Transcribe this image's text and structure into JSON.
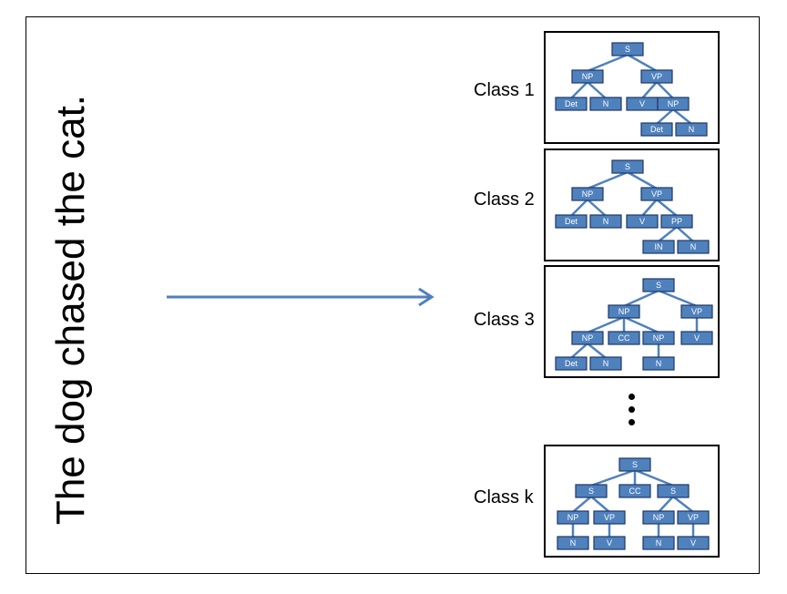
{
  "sentence": "The dog chased the cat.",
  "classes": [
    {
      "label": "Class 1",
      "nodes": [
        {
          "id": "s",
          "t": "S"
        },
        {
          "id": "np",
          "t": "NP"
        },
        {
          "id": "vp",
          "t": "VP"
        },
        {
          "id": "det",
          "t": "Det"
        },
        {
          "id": "n",
          "t": "N"
        },
        {
          "id": "v",
          "t": "V"
        },
        {
          "id": "np2",
          "t": "NP"
        },
        {
          "id": "det2",
          "t": "Det"
        },
        {
          "id": "n2",
          "t": "N"
        }
      ],
      "edges": [
        [
          "s",
          "np"
        ],
        [
          "s",
          "vp"
        ],
        [
          "np",
          "det"
        ],
        [
          "np",
          "n"
        ],
        [
          "vp",
          "v"
        ],
        [
          "vp",
          "np2"
        ],
        [
          "np2",
          "det2"
        ],
        [
          "np2",
          "n2"
        ]
      ]
    },
    {
      "label": "Class 2",
      "nodes": [
        {
          "id": "s",
          "t": "S"
        },
        {
          "id": "np",
          "t": "NP"
        },
        {
          "id": "vp",
          "t": "VP"
        },
        {
          "id": "det",
          "t": "Det"
        },
        {
          "id": "n",
          "t": "N"
        },
        {
          "id": "v",
          "t": "V"
        },
        {
          "id": "pp",
          "t": "PP"
        },
        {
          "id": "in",
          "t": "IN"
        },
        {
          "id": "n2",
          "t": "N"
        }
      ],
      "edges": [
        [
          "s",
          "np"
        ],
        [
          "s",
          "vp"
        ],
        [
          "np",
          "det"
        ],
        [
          "np",
          "n"
        ],
        [
          "vp",
          "v"
        ],
        [
          "vp",
          "pp"
        ],
        [
          "pp",
          "in"
        ],
        [
          "pp",
          "n2"
        ]
      ]
    },
    {
      "label": "Class 3",
      "nodes": [
        {
          "id": "s",
          "t": "S"
        },
        {
          "id": "np",
          "t": "NP"
        },
        {
          "id": "vp",
          "t": "VP"
        },
        {
          "id": "np1",
          "t": "NP"
        },
        {
          "id": "cc",
          "t": "CC"
        },
        {
          "id": "np2",
          "t": "NP"
        },
        {
          "id": "v",
          "t": "V"
        },
        {
          "id": "det",
          "t": "Det"
        },
        {
          "id": "n",
          "t": "N"
        },
        {
          "id": "n2",
          "t": "N"
        }
      ],
      "edges": [
        [
          "s",
          "np"
        ],
        [
          "s",
          "vp"
        ],
        [
          "np",
          "np1"
        ],
        [
          "np",
          "cc"
        ],
        [
          "np",
          "np2"
        ],
        [
          "vp",
          "v"
        ],
        [
          "np1",
          "det"
        ],
        [
          "np1",
          "n"
        ],
        [
          "np2",
          "n2"
        ]
      ]
    },
    {
      "label": "Class k",
      "nodes": [
        {
          "id": "s",
          "t": "S"
        },
        {
          "id": "s1",
          "t": "S"
        },
        {
          "id": "cc",
          "t": "CC"
        },
        {
          "id": "s2",
          "t": "S"
        },
        {
          "id": "np1",
          "t": "NP"
        },
        {
          "id": "vp1",
          "t": "VP"
        },
        {
          "id": "np2",
          "t": "NP"
        },
        {
          "id": "vp2",
          "t": "VP"
        },
        {
          "id": "n1",
          "t": "N"
        },
        {
          "id": "v1",
          "t": "V"
        },
        {
          "id": "n2",
          "t": "N"
        },
        {
          "id": "v2",
          "t": "V"
        }
      ],
      "edges": [
        [
          "s",
          "s1"
        ],
        [
          "s",
          "cc"
        ],
        [
          "s",
          "s2"
        ],
        [
          "s1",
          "np1"
        ],
        [
          "s1",
          "vp1"
        ],
        [
          "s2",
          "np2"
        ],
        [
          "s2",
          "vp2"
        ],
        [
          "np1",
          "n1"
        ],
        [
          "vp1",
          "v1"
        ],
        [
          "np2",
          "n2"
        ],
        [
          "vp2",
          "v2"
        ]
      ]
    }
  ],
  "colors": {
    "node_fill": "#4f81bd",
    "node_stroke": "#1f3864",
    "edge": "#4f81bd",
    "arrow": "#4f81bd"
  }
}
